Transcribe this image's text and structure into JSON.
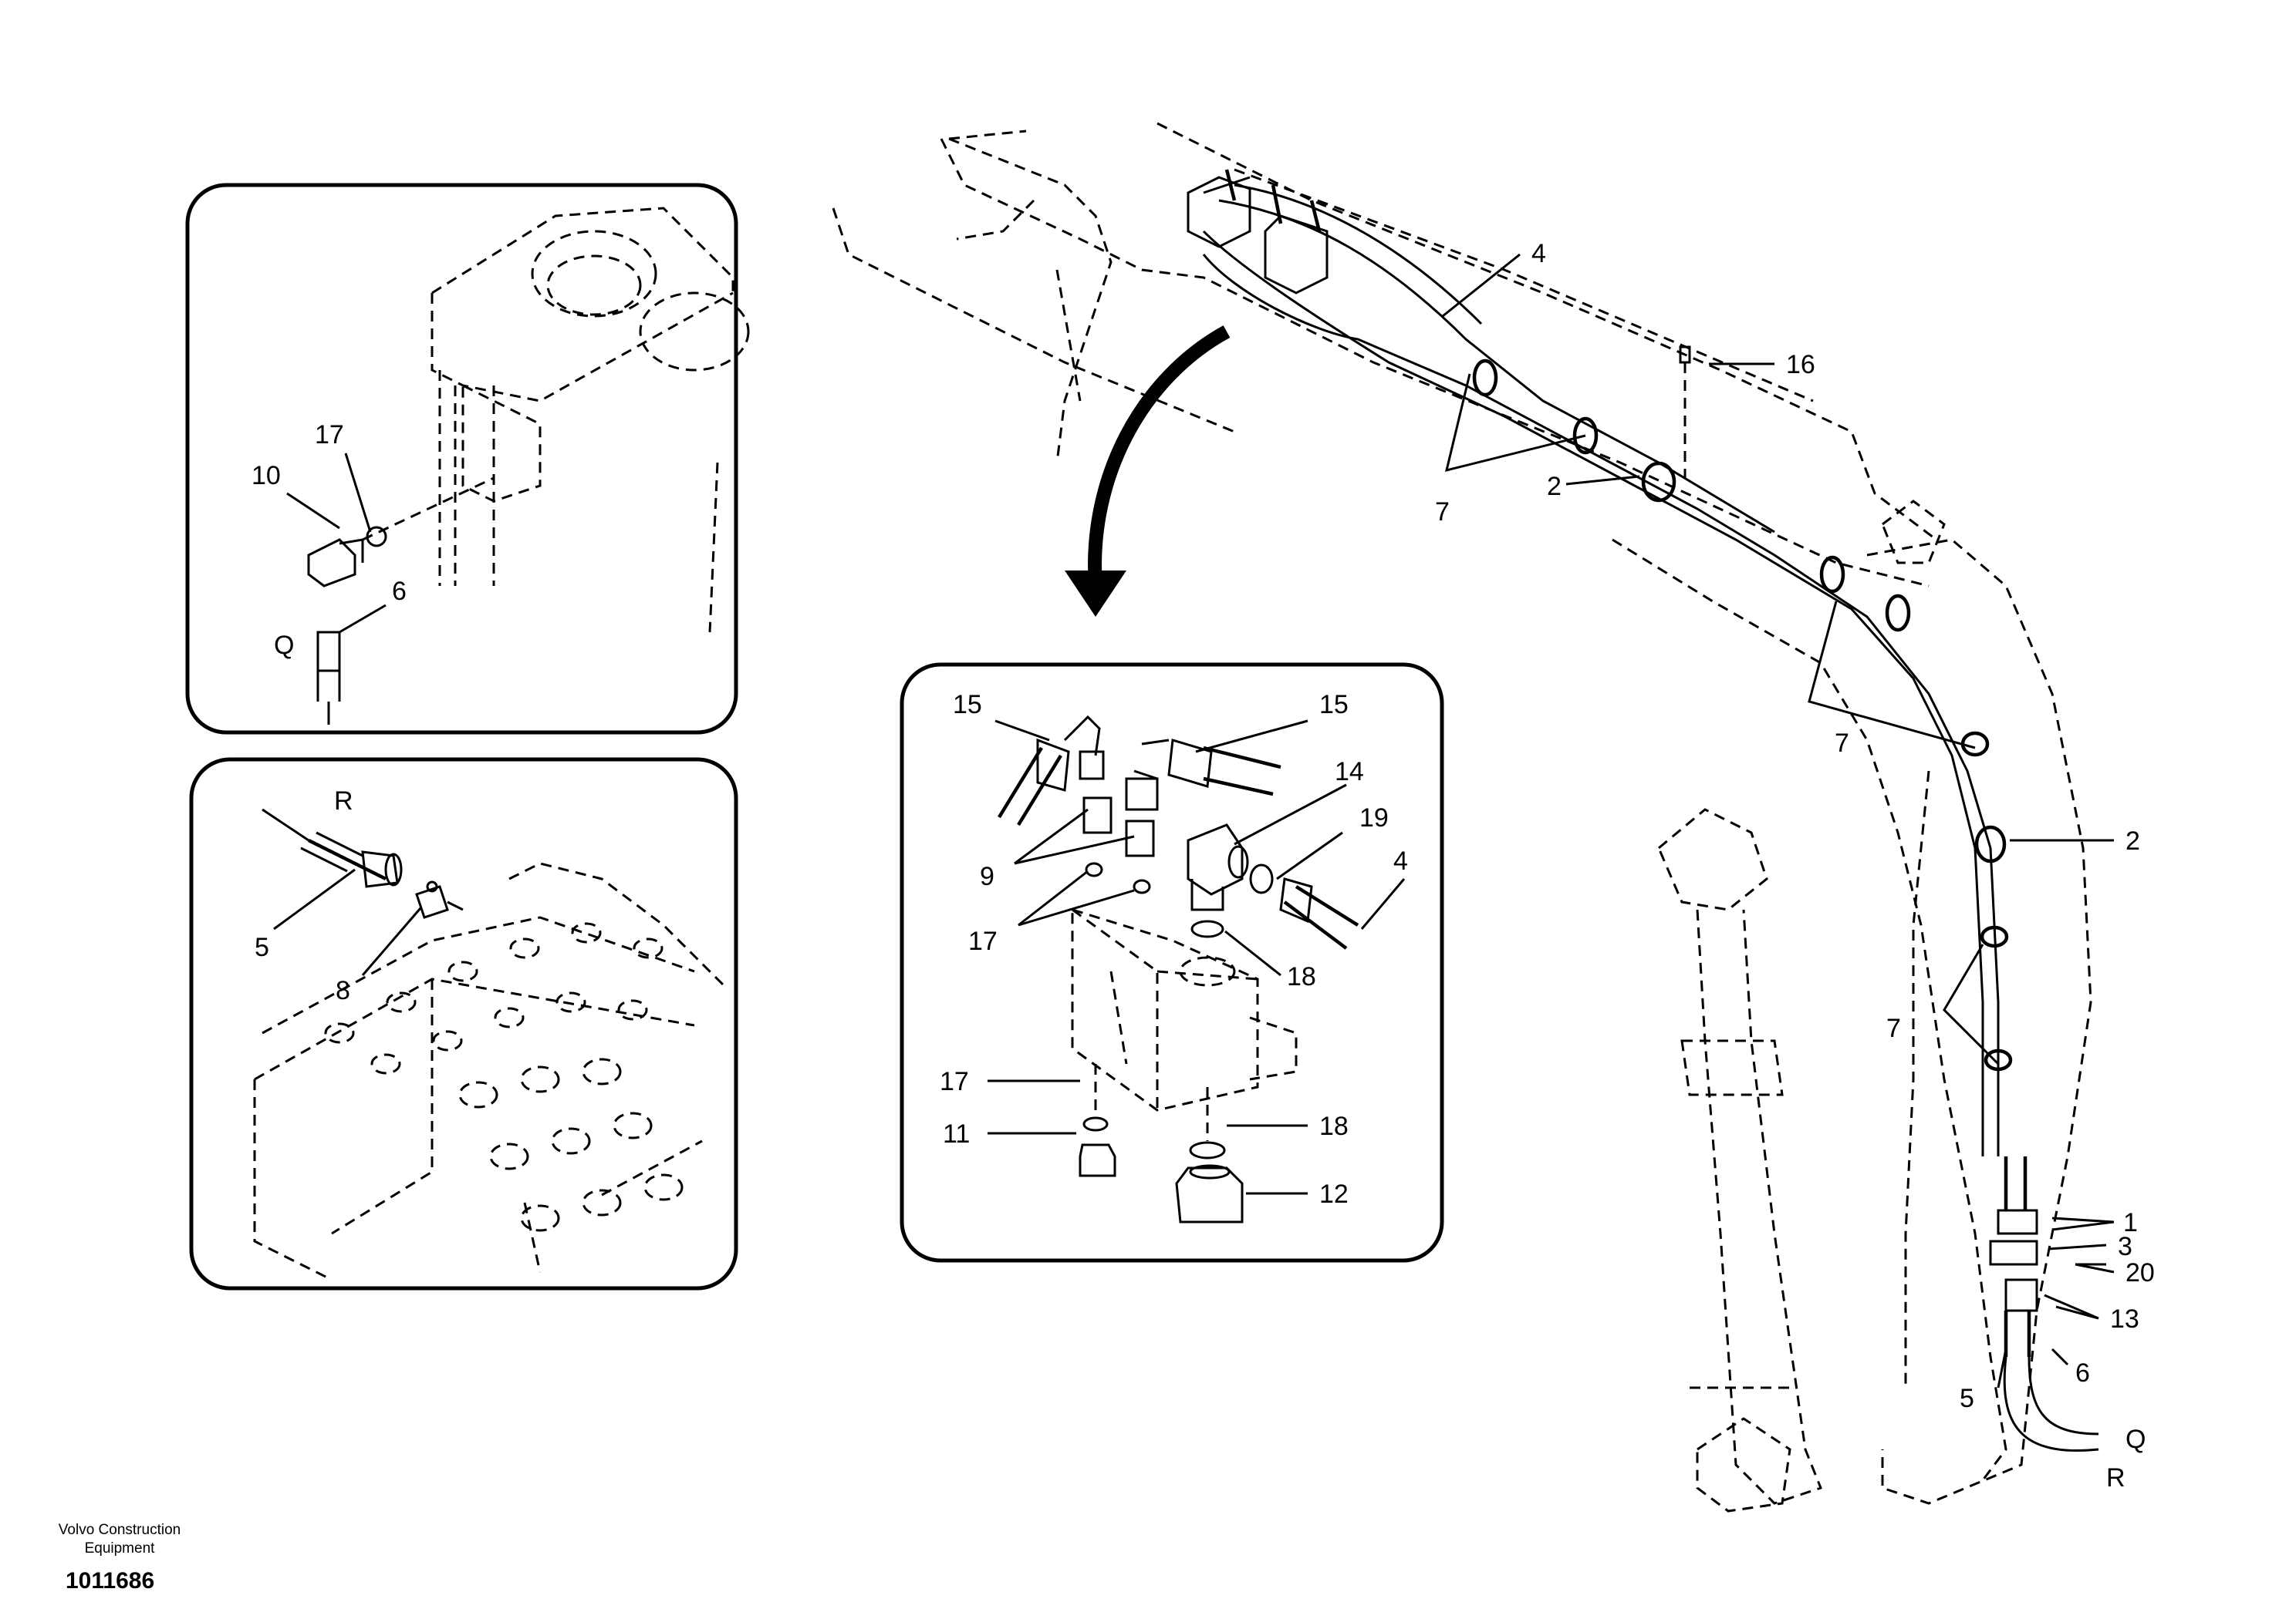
{
  "footer": {
    "company_line1": "Volvo Construction",
    "company_line2": "Equipment",
    "drawing_number": "1011686"
  },
  "labels": {
    "l1": "1",
    "l2a": "2",
    "l2b": "2",
    "l3": "3",
    "l4a": "4",
    "l4b": "4",
    "l5a": "5",
    "l5b": "5",
    "l6a": "6",
    "l6b": "6",
    "l7a": "7",
    "l7b": "7",
    "l7c": "7",
    "l8": "8",
    "l9": "9",
    "l10": "10",
    "l11": "11",
    "l12": "12",
    "l13": "13",
    "l14": "14",
    "l15a": "15",
    "l15b": "15",
    "l16": "16",
    "l17a": "17",
    "l17b": "17",
    "l17c": "17",
    "l18a": "18",
    "l18b": "18",
    "l19": "19",
    "l20": "20",
    "qa": "Q",
    "qb": "Q",
    "ra": "R",
    "rb": "R"
  }
}
